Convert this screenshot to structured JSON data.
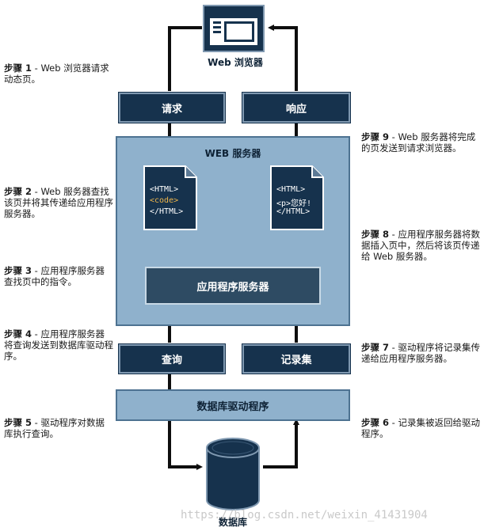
{
  "browser": {
    "label": "Web 浏览器",
    "icon": "browser-window-icon"
  },
  "boxes": {
    "request": "请求",
    "response": "响应",
    "query": "查询",
    "recordset": "记录集",
    "db_driver": "数据库驱动程序",
    "app_server": "应用程序服务器"
  },
  "web_server": {
    "title": "WEB 服务器"
  },
  "documents": {
    "left": {
      "line1": "<HTML>",
      "line2": "<code>",
      "line3": "</HTML>"
    },
    "right": {
      "line1": "<HTML>",
      "line2": "<p>您好!",
      "line3": "</HTML>"
    }
  },
  "database": {
    "label": "数据库",
    "icon": "database-cylinder-icon"
  },
  "steps": [
    {
      "title": "步骤 1",
      "text": " - Web 浏览器请求动态页。"
    },
    {
      "title": "步骤 2",
      "text": " - Web 服务器查找该页并将其传递给应用程序服务器。"
    },
    {
      "title": "步骤 3",
      "text": " - 应用程序服务器查找页中的指令。"
    },
    {
      "title": "步骤 4",
      "text": " - 应用程序服务器将查询发送到数据库驱动程序。"
    },
    {
      "title": "步骤 5",
      "text": " - 驱动程序对数据库执行查询。"
    },
    {
      "title": "步骤 6",
      "text": " - 记录集被返回给驱动程序。"
    },
    {
      "title": "步骤 7",
      "text": " - 驱动程序将记录集传递给应用程序服务器。"
    },
    {
      "title": "步骤 8",
      "text": " - 应用程序服务器将数据插入页中，然后将该页传递给 Web 服务器。"
    },
    {
      "title": "步骤 9",
      "text": " - Web 服务器将完成的页发送到请求浏览器。"
    }
  ],
  "watermark": "https://blog.csdn.net/weixin_41431904",
  "colors": {
    "navy": "#16324d",
    "light_blue": "#8fb1cc",
    "app_server": "#2e4b63"
  }
}
